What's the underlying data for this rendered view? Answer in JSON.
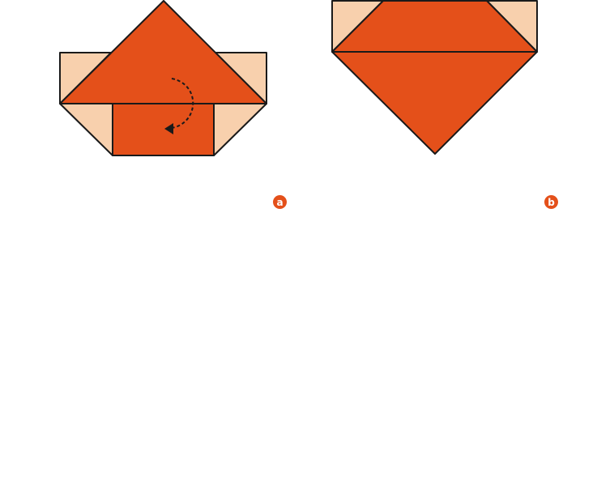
{
  "colors": {
    "paper_front": "#e4501a",
    "paper_back": "#f8d0ad",
    "outline": "#1a1a1a",
    "badge": "#e4501a"
  },
  "steps": [
    {
      "label": "a",
      "arrow": "fold-over-curved-dashed-arrow"
    },
    {
      "label": "b"
    }
  ]
}
